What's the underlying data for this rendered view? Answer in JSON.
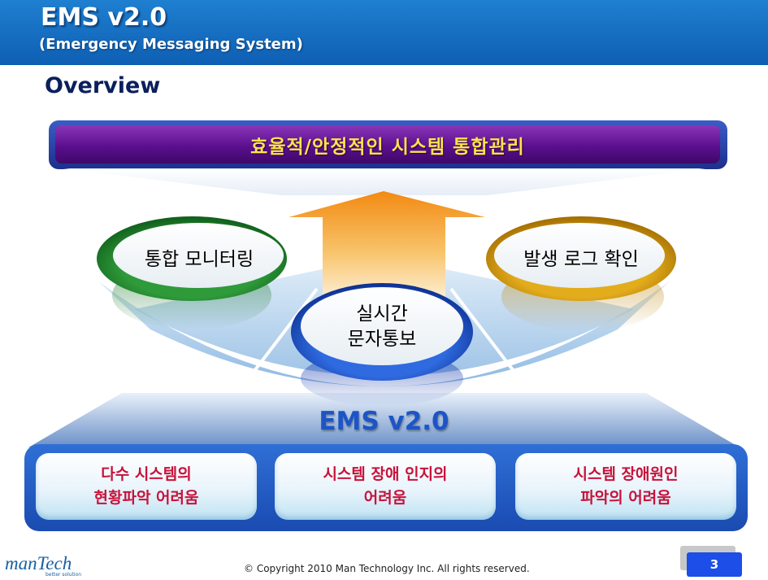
{
  "header": {
    "title": "EMS v2.0",
    "subtitle": "(Emergency Messaging System)"
  },
  "section_title": "Overview",
  "banner": "효율적/안정적인 시스템 통합관리",
  "circles": {
    "left": "통합 모니터링",
    "right": "발생 로그 확인",
    "center_line1": "실시간",
    "center_line2": "문자통보"
  },
  "ems_label": "EMS v2.0",
  "boxes": [
    {
      "line1": "다수 시스템의",
      "line2": "현황파악 어려움"
    },
    {
      "line1": "시스템 장애 인지의",
      "line2": "어려움"
    },
    {
      "line1": "시스템 장애원인",
      "line2": "파악의 어려움"
    }
  ],
  "footer": {
    "copyright": "© Copyright 2010 Man Technology Inc. All rights reserved.",
    "page_number": "3",
    "logo": "manTech",
    "logo_sub": "better solution"
  },
  "colors": {
    "header_blue": "#1470c6",
    "banner_purple": "#5b0f8e",
    "banner_text": "#ffe34d",
    "box_text": "#c8123a",
    "ems_blue": "#1d55c6"
  }
}
